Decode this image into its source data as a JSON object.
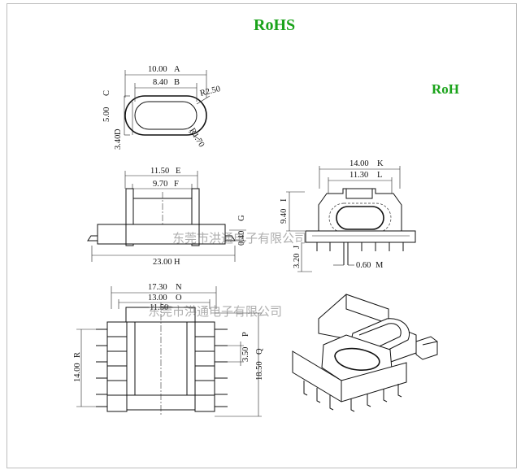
{
  "title": "RoHS",
  "side_mark": "RoH",
  "watermark": "东莞市洪通电子有限公司",
  "top_view": {
    "dim_outer_width": "10.00",
    "tag_a": "A",
    "dim_inner_width": "8.40",
    "tag_b": "B",
    "dim_height": "5.00",
    "tag_c": "C",
    "dim_inner_height": "3.40",
    "tag_d": "D",
    "radius_outer": "R2.50",
    "radius_inner": "R1.70"
  },
  "front_view": {
    "dim_flange": "11.50",
    "tag_e": "E",
    "dim_winding": "9.70",
    "tag_f": "F",
    "dim_total": "23.00",
    "tag_h": "H",
    "dim_pin_height": "0.40",
    "tag_g": "G"
  },
  "side_view": {
    "dim_outer": "14.00",
    "tag_k": "K",
    "dim_inner": "11.30",
    "tag_l": "L",
    "dim_height": "9.40",
    "tag_i": "I",
    "dim_pin_len": "3.20",
    "tag_j": "J",
    "dim_pin_width": "0.60",
    "tag_m": "M"
  },
  "bottom_view": {
    "dim_outer": "17.30",
    "tag_n": "N",
    "dim_second": "13.00",
    "tag_o": "O",
    "dim_third": "11.50",
    "dim_row": "14.00",
    "tag_r": "R",
    "dim_pitch": "3.50",
    "tag_p": "P",
    "dim_span": "18.50",
    "tag_q": "Q"
  },
  "colors": {
    "rohs_green": "#1aa31a",
    "line": "#111111",
    "watermark": "#6c6c6c"
  }
}
